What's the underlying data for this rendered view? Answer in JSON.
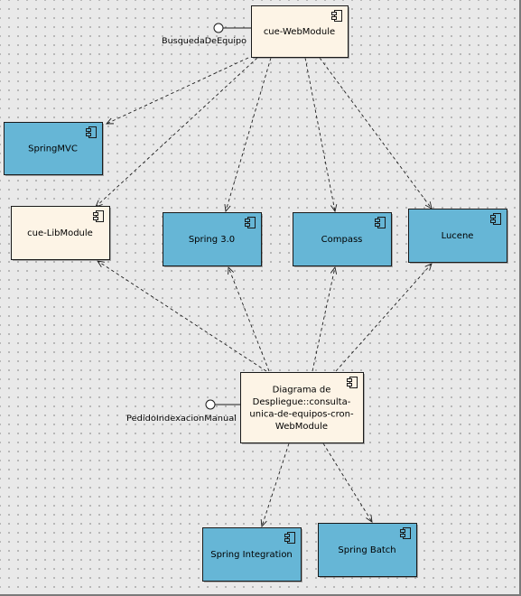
{
  "diagram": {
    "components": [
      {
        "id": "web",
        "label": "cue-WebModule",
        "style": "cream"
      },
      {
        "id": "mvc",
        "label": "SpringMVC",
        "style": "blue"
      },
      {
        "id": "lib",
        "label": "cue-LibModule",
        "style": "cream"
      },
      {
        "id": "spring",
        "label": "Spring 3.0",
        "style": "blue"
      },
      {
        "id": "compass",
        "label": "Compass",
        "style": "blue"
      },
      {
        "id": "lucene",
        "label": "Lucene",
        "style": "blue"
      },
      {
        "id": "cron",
        "label": "Diagrama de Despliegue::consulta-unica-de-equipos-cron-WebModule",
        "lines": [
          "Diagrama de",
          "Despliegue::consulta-",
          "unica-de-equipos-cron-",
          "WebModule"
        ],
        "style": "cream"
      },
      {
        "id": "integration",
        "label": "Spring Integration",
        "style": "blue"
      },
      {
        "id": "batch",
        "label": "Spring Batch",
        "style": "blue"
      }
    ],
    "interfaces": [
      {
        "id": "busqueda",
        "label": "BusquedaDeEquipo",
        "component": "web"
      },
      {
        "id": "pedido",
        "label": "PedidoIndexacionManual",
        "component": "cron"
      }
    ],
    "dependencies": [
      {
        "from": "web",
        "to": "mvc"
      },
      {
        "from": "web",
        "to": "lib"
      },
      {
        "from": "web",
        "to": "spring"
      },
      {
        "from": "web",
        "to": "compass"
      },
      {
        "from": "web",
        "to": "lucene"
      },
      {
        "from": "cron",
        "to": "lib"
      },
      {
        "from": "cron",
        "to": "spring"
      },
      {
        "from": "cron",
        "to": "compass"
      },
      {
        "from": "cron",
        "to": "lucene"
      },
      {
        "from": "cron",
        "to": "integration"
      },
      {
        "from": "cron",
        "to": "batch"
      }
    ],
    "colors": {
      "cream_fill": "#fdf4e6",
      "blue_fill": "#66b6d6",
      "border": "#1a1a1a",
      "shadow": "#707070",
      "dependency_line": "#1f1f1f"
    }
  }
}
